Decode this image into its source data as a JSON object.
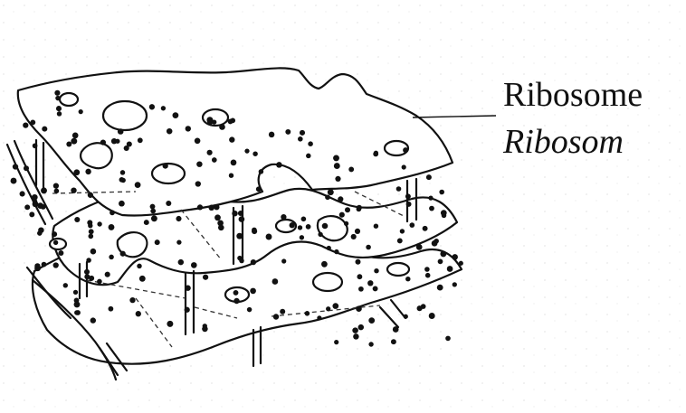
{
  "diagram": {
    "labels": {
      "english": "Ribosome",
      "vietnamese": "Ribosom"
    },
    "parts": [
      "endoplasmic-reticulum-membranes",
      "ribosome-dots",
      "pointer-line"
    ]
  },
  "colors": {
    "ink": "#111111",
    "paper": "#ffffff"
  }
}
